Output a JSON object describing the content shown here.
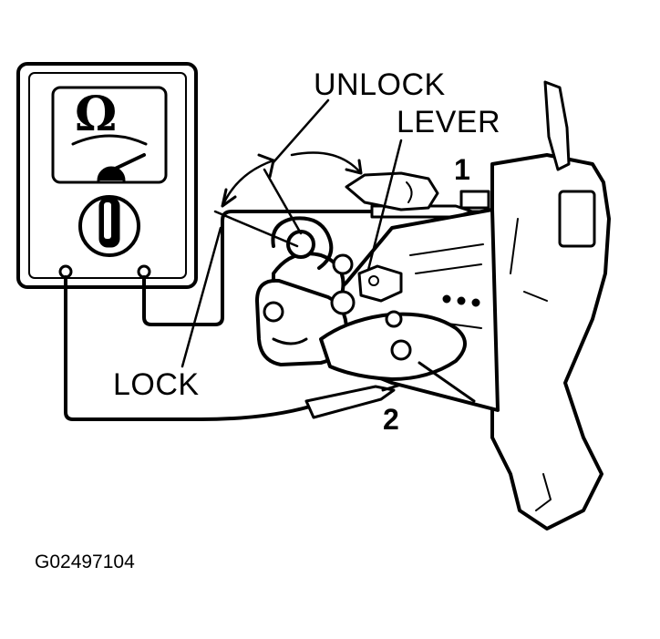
{
  "labels": {
    "unlock": "UNLOCK",
    "lever": "LEVER",
    "lock": "LOCK",
    "terminal_1": "1",
    "terminal_2": "2",
    "figure_code": "G02497104"
  },
  "meter": {
    "symbol": "Ω"
  },
  "colors": {
    "ink": "#000000",
    "paper": "#ffffff"
  },
  "icons": [
    "ohmmeter-icon",
    "door-lock-assembly-icon",
    "probe-icon"
  ]
}
